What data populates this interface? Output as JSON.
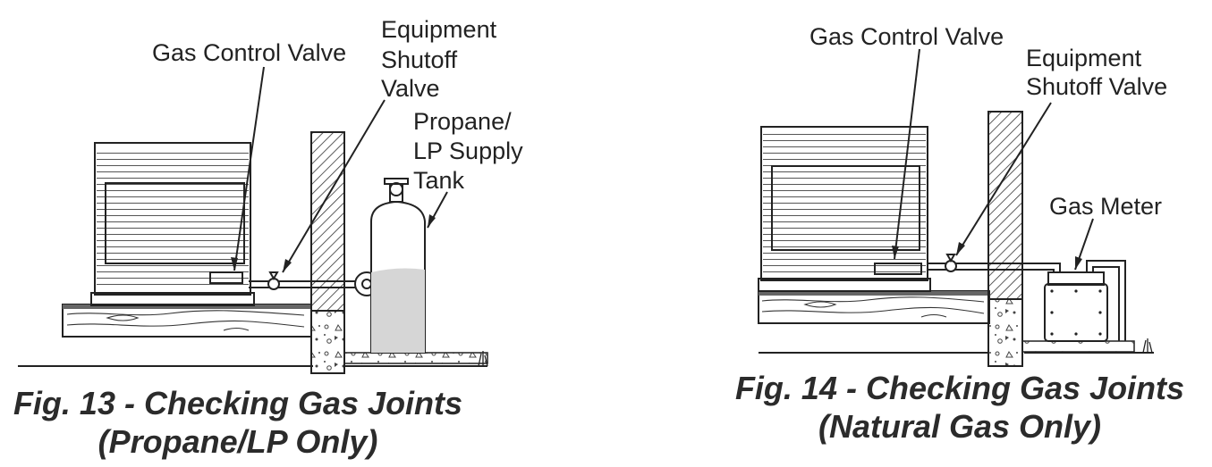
{
  "fig13": {
    "label_gas_control_valve": "Gas Control Valve",
    "label_shutoff_1": "Equipment",
    "label_shutoff_2": "Shutoff",
    "label_shutoff_3": "Valve",
    "label_tank_1": "Propane/",
    "label_tank_2": "LP Supply",
    "label_tank_3": "Tank",
    "caption_line1": "Fig. 13 - Checking Gas Joints",
    "caption_line2": "(Propane/LP Only)"
  },
  "fig14": {
    "label_gas_control_valve": "Gas Control Valve",
    "label_shutoff_1": "Equipment",
    "label_shutoff_2": "Shutoff Valve",
    "label_gas_meter": "Gas Meter",
    "caption_line1": "Fig. 14 - Checking Gas Joints",
    "caption_line2": "(Natural Gas Only)"
  }
}
